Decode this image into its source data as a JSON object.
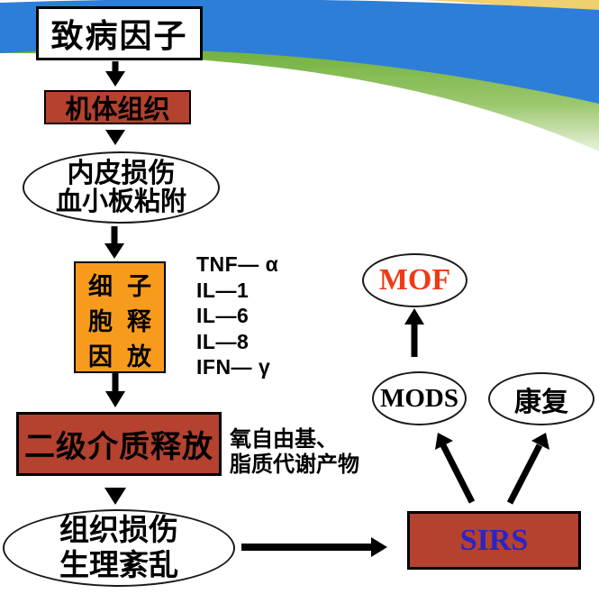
{
  "slide": {
    "type": "presentation-flowchart",
    "background": "#ffffff",
    "ribbon": {
      "blue": "#2c7ed8",
      "green": "#72b23e",
      "green_fade": "#e9f2dd",
      "yellow": "#eed06e"
    }
  },
  "colors": {
    "brick_red": "#b5412f",
    "orange": "#f89b1c",
    "mof_text": "#ee3a17",
    "sirs_text": "#2a23c8",
    "outline": "#000000"
  },
  "nodes": {
    "pathogen": {
      "label": "致病因子"
    },
    "body_tissue": {
      "label": "机体组织"
    },
    "endothelial": {
      "line1": "内皮损伤",
      "line2": "血小板粘附"
    },
    "cytokine_release": {
      "reading": "细胞因子释放",
      "rows": [
        [
          "细",
          "子"
        ],
        [
          "胞",
          "释"
        ],
        [
          "因",
          "放"
        ]
      ]
    },
    "cytokines": [
      "TNF— α",
      "IL—1",
      "IL—6",
      "IL—8",
      "IFN— γ"
    ],
    "secondary_mediators": {
      "label": "二级介质释放"
    },
    "mediator_note": {
      "line1": "氧自由基、",
      "line2": "脂质代谢产物"
    },
    "tissue_damage": {
      "line1": "组织损伤",
      "line2": "生理紊乱"
    },
    "sirs": {
      "label": "SIRS"
    },
    "mods": {
      "label": "MODS"
    },
    "recovery": {
      "label": "康复"
    },
    "mof": {
      "label": "MOF"
    }
  },
  "edges": [
    {
      "from": "pathogen",
      "to": "body_tissue"
    },
    {
      "from": "body_tissue",
      "to": "endothelial"
    },
    {
      "from": "endothelial",
      "to": "cytokine_release"
    },
    {
      "from": "cytokine_release",
      "to": "secondary_mediators"
    },
    {
      "from": "secondary_mediators",
      "to": "tissue_damage"
    },
    {
      "from": "tissue_damage",
      "to": "sirs"
    },
    {
      "from": "sirs",
      "to": "mods"
    },
    {
      "from": "sirs",
      "to": "recovery"
    },
    {
      "from": "mods",
      "to": "mof"
    }
  ]
}
